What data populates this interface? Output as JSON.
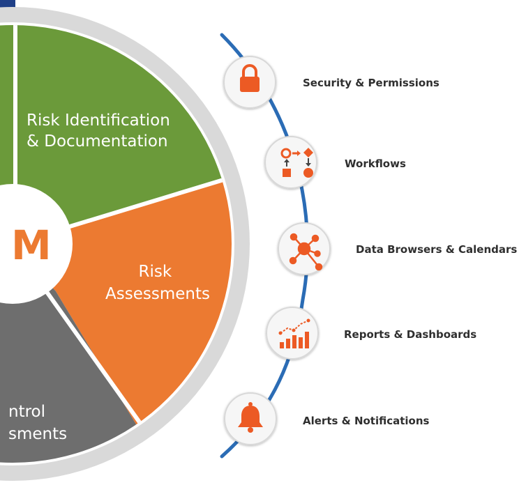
{
  "wheel": {
    "segments": [
      {
        "id": "risk-identification",
        "lines": [
          "Risk Identification",
          "& Documentation"
        ],
        "color": "#6b9a3a"
      },
      {
        "id": "risk-assessments",
        "lines": [
          "Risk",
          "Assessments"
        ],
        "color": "#ec7a31"
      },
      {
        "id": "control-assessments",
        "lines": [
          "ntrol",
          "sments"
        ],
        "color": "#6e6e6e"
      }
    ],
    "hub_letter": "M",
    "hub_letter_color": "#ec7a31",
    "rim_color": "#d9d9d9"
  },
  "features": [
    {
      "label": "Security & Permissions",
      "icon": "lock-icon"
    },
    {
      "label": "Workflows",
      "icon": "workflow-icon"
    },
    {
      "label": "Data Browsers & Calendars",
      "icon": "network-hub-icon"
    },
    {
      "label": "Reports & Dashboards",
      "icon": "bar-chart-trend-icon"
    },
    {
      "label": "Alerts & Notifications",
      "icon": "bell-icon"
    }
  ],
  "colors": {
    "accent": "#ec5a24",
    "connector": "#2b6cb5",
    "dark_corner": "#1f3f87"
  }
}
